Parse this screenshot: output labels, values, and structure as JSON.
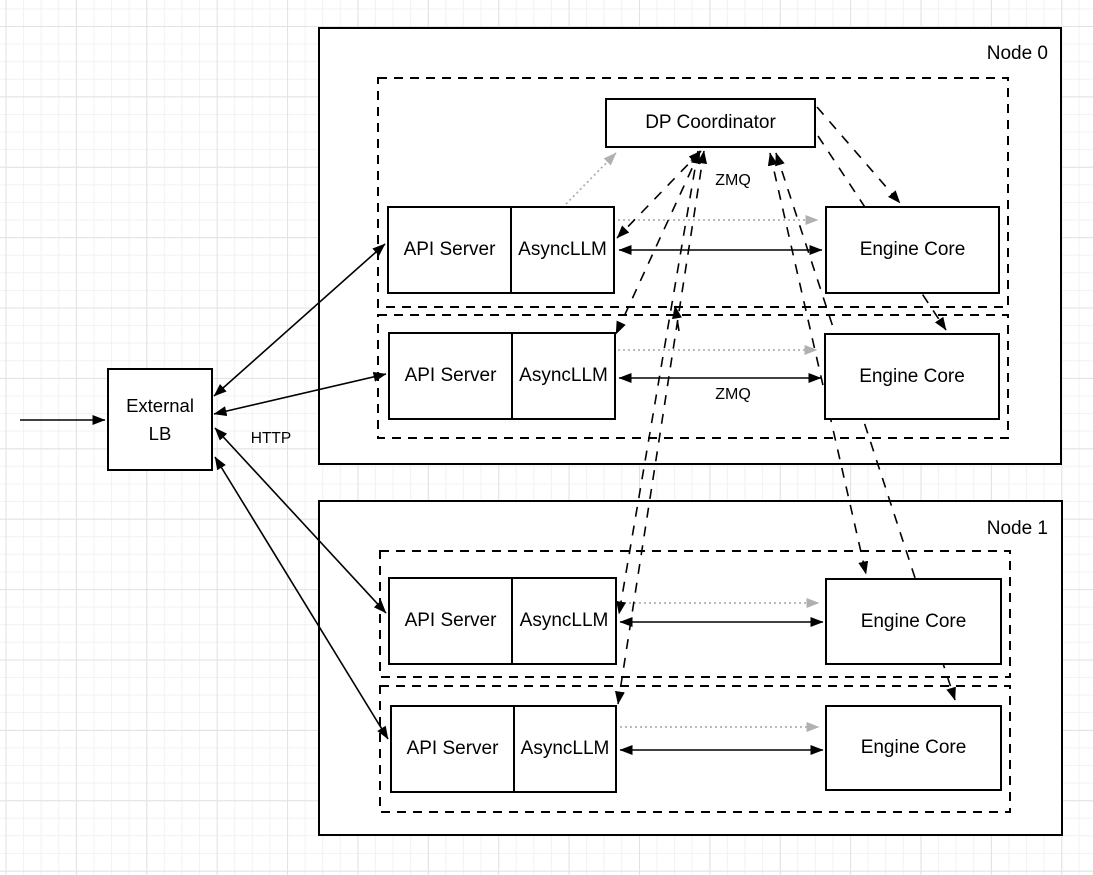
{
  "colors": {
    "line": "#000000",
    "dotted_line": "#b0b0b0",
    "box_fill": "#ffffff",
    "grid_minor": "#f3f1f1",
    "grid_major": "#e3e1e1"
  },
  "external_lb": {
    "line1": "External",
    "line2": "LB"
  },
  "coordinator": {
    "label": "DP Coordinator"
  },
  "nodes": [
    {
      "label": "Node 0",
      "rows": [
        {
          "api": "API Server",
          "async": "AsyncLLM",
          "engine": "Engine Core"
        },
        {
          "api": "API Server",
          "async": "AsyncLLM",
          "engine": "Engine Core"
        }
      ]
    },
    {
      "label": "Node 1",
      "rows": [
        {
          "api": "API Server",
          "async": "AsyncLLM",
          "engine": "Engine Core"
        },
        {
          "api": "API Server",
          "async": "AsyncLLM",
          "engine": "Engine Core"
        }
      ]
    }
  ],
  "edge_labels": {
    "zmq_coordinator": "ZMQ",
    "zmq_engine": "ZMQ",
    "http": "HTTP"
  },
  "connections": [
    {
      "from": "client",
      "to": "External LB",
      "style": "solid-arrow"
    },
    {
      "from": "External LB",
      "to": "each API Server",
      "style": "solid-bidirectional",
      "label": "HTTP"
    },
    {
      "from": "each AsyncLLM",
      "to": "Engine Core (same row)",
      "style": "solid-bidirectional",
      "label": "ZMQ"
    },
    {
      "from": "each AsyncLLM",
      "to": "Engine Core (same row)",
      "style": "dotted-gray-arrow"
    },
    {
      "from": "DP Coordinator",
      "to": "each AsyncLLM",
      "style": "dashed-bidirectional",
      "label": "ZMQ"
    },
    {
      "from": "DP Coordinator",
      "to": "each Engine Core",
      "style": "dashed-arrow"
    }
  ]
}
